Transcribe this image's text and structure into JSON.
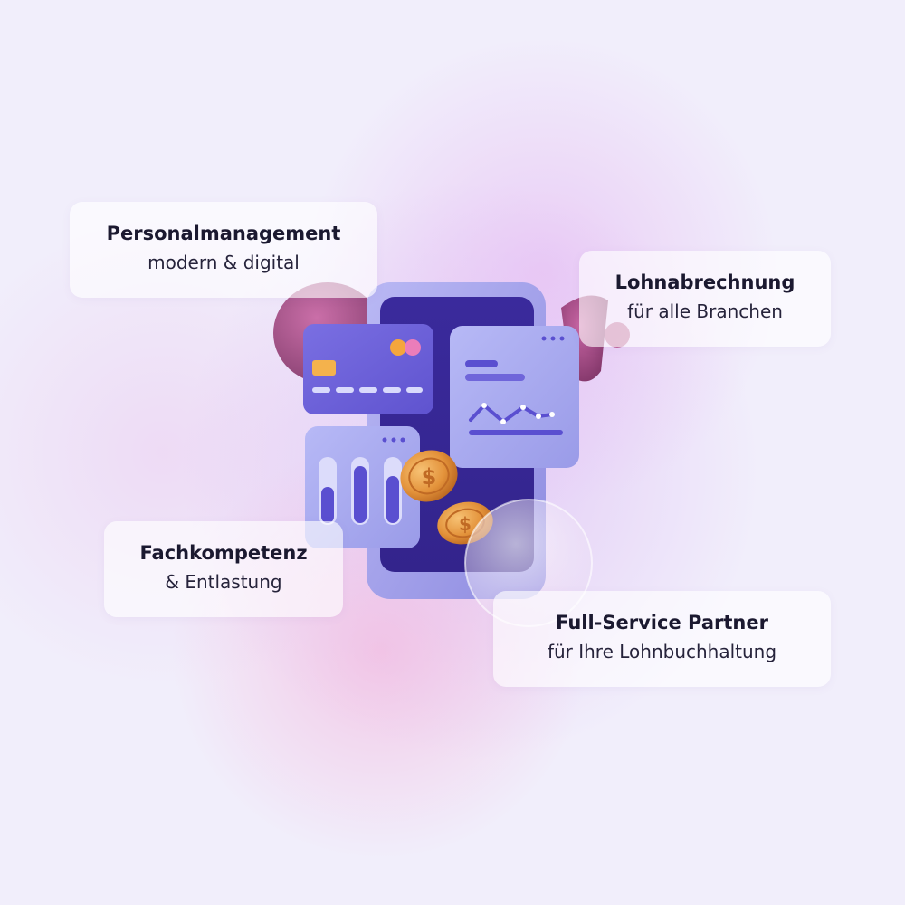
{
  "cards": {
    "personal": {
      "title": "Personalmanagement",
      "subtitle": "modern & digital"
    },
    "lohn": {
      "title": "Lohnabrechnung",
      "subtitle": "für alle Branchen"
    },
    "fach": {
      "title": "Fachkompetenz",
      "subtitle": "& Entlastung"
    },
    "full": {
      "title": "Full-Service Partner",
      "subtitle": "für Ihre Lohnbuchhaltung"
    }
  },
  "icons": {
    "coin_symbol": "$"
  },
  "colors": {
    "background": "#f1eefb",
    "phone_body": "#a8a6ee",
    "phone_screen": "#3c2ba0",
    "card_purple": "#6f63d8",
    "panel_lavender": "#a9abf2",
    "coin_gold": "#e3923a",
    "text": "#1b1930"
  }
}
